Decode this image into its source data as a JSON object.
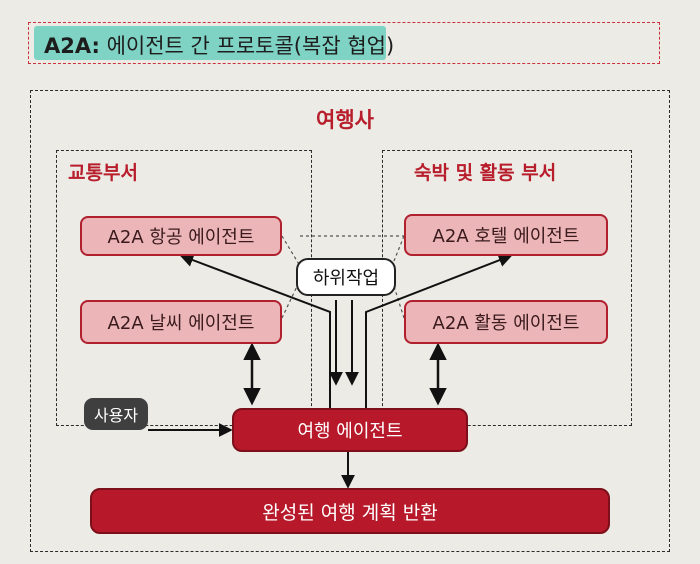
{
  "title": {
    "prefix": "A2A:",
    "rest": " 에이전트 간 프로토콜(복잡 협업)"
  },
  "diagram": {
    "org": "여행사",
    "departments": {
      "transport": "교통부서",
      "lodging": "숙박 및 활동 부서"
    },
    "agents": {
      "flight": "A2A 항공 에이전트",
      "weather": "A2A 날씨 에이전트",
      "hotel": "A2A 호텔 에이전트",
      "activity": "A2A 활동 에이전트",
      "travel": "여행 에이전트"
    },
    "user": "사용자",
    "subtask": "하위작업",
    "result": "완성된 여행 계획 반환"
  },
  "colors": {
    "accent": "#b7192a",
    "light_agent": "#ecb6b9",
    "highlight": "#7fd3c4"
  }
}
